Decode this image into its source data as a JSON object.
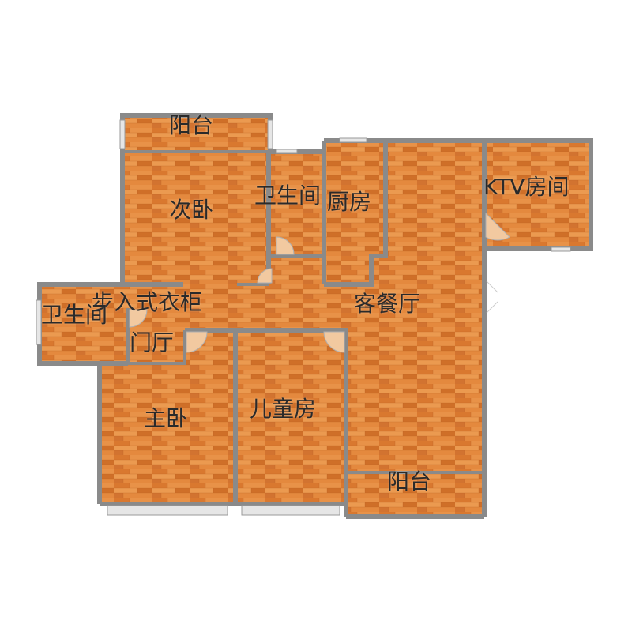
{
  "floorplan": {
    "colors": {
      "floor_base": "#e0833a",
      "floor_dark": "#c96a26",
      "floor_light": "#eda15a",
      "wall": "#8a8a8a",
      "window": "#e6e6e6",
      "door_swing": "#f2c9a0",
      "label": "#2a2a2a"
    },
    "rooms": {
      "balcony_top": "阳台",
      "second_bedroom": "次卧",
      "bathroom_top": "卫生间",
      "kitchen": "厨房",
      "ktv_room": "KTV房间",
      "walk_in_closet": "步入式衣柜",
      "bathroom_left": "卫生间",
      "living_dining": "客餐厅",
      "foyer": "门厅",
      "master_bedroom": "主卧",
      "kids_room": "儿童房",
      "balcony_bottom": "阳台"
    }
  }
}
